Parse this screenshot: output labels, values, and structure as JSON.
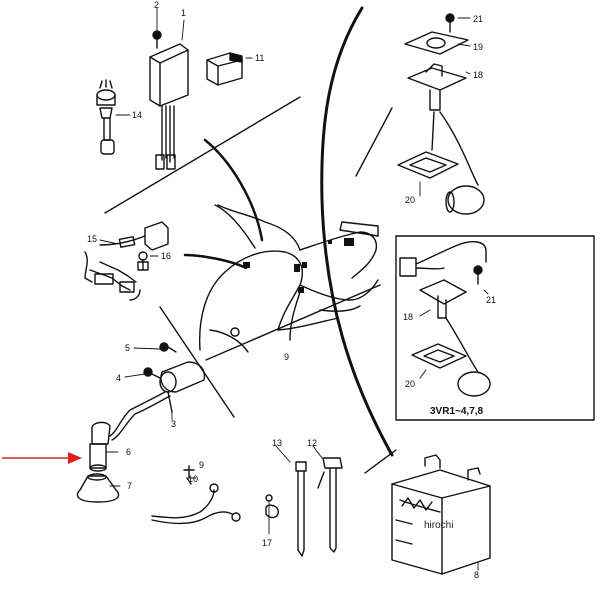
{
  "diagram": {
    "part_labels": {
      "p1": "1",
      "p2": "2",
      "p3": "3",
      "p4": "4",
      "p5": "5",
      "p6": "6",
      "p7": "7",
      "p8": "8",
      "p9a": "9",
      "p9b": "9",
      "p10": "10",
      "p11": "11",
      "p12": "12",
      "p13": "13",
      "p14": "14",
      "p15": "15",
      "p16": "16",
      "p17": "17",
      "p18a": "18",
      "p18b": "18",
      "p19": "19",
      "p20a": "20",
      "p20b": "20",
      "p21a": "21",
      "p21b": "21"
    },
    "inset_caption": "3VR1~4,7,8",
    "watermark": "hirochi",
    "highlight_arrow_color": "#e02020"
  }
}
